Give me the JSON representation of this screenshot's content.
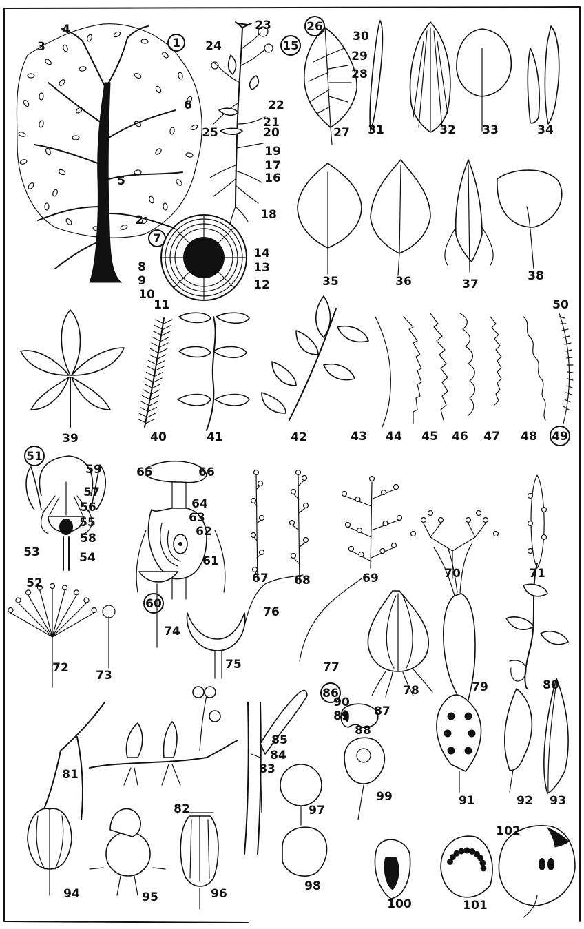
{
  "labels": [
    "1",
    "2",
    "3",
    "4",
    "5",
    "6",
    "7",
    "8",
    "9",
    "10",
    "11",
    "12",
    "13",
    "14",
    "15",
    "16",
    "17",
    "18",
    "19",
    "20",
    "21",
    "22",
    "23",
    "24",
    "25",
    "26",
    "27",
    "28",
    "29",
    "30",
    "31",
    "32",
    "33",
    "34",
    "35",
    "36",
    "37",
    "38",
    "39",
    "40",
    "41",
    "42",
    "43",
    "44",
    "45",
    "46",
    "47",
    "48",
    "49",
    "50",
    "51",
    "52",
    "53",
    "54",
    "55",
    "56",
    "57",
    "58",
    "59",
    "60",
    "61",
    "62",
    "63",
    "64",
    "65",
    "66",
    "67",
    "68",
    "69",
    "70",
    "71",
    "72",
    "73",
    "74",
    "75",
    "76",
    "77",
    "78",
    "79",
    "80",
    "81",
    "82",
    "83",
    "84",
    "85",
    "86",
    "87",
    "88",
    "89",
    "90",
    "91",
    "92",
    "93",
    "94",
    "95",
    "96",
    "97",
    "98",
    "99",
    "100",
    "101",
    "102"
  ],
  "circled_labels": [
    "1",
    "7",
    "15",
    "26",
    "49",
    "51",
    "60",
    "86"
  ],
  "icons": {
    "tree": "tree-illustration",
    "plant": "whole-plant-illustration",
    "trunk": "trunk-cross-section-illustration",
    "leaves": "leaf-shape-illustrations",
    "margins": "leaf-margin-illustrations",
    "flower": "flower-section-illustration",
    "pistil": "pistil-section-illustration",
    "inflorescences": "inflorescence-illustrations",
    "organs": "underground-organ-illustrations",
    "fruits": "fruit-illustrations"
  }
}
